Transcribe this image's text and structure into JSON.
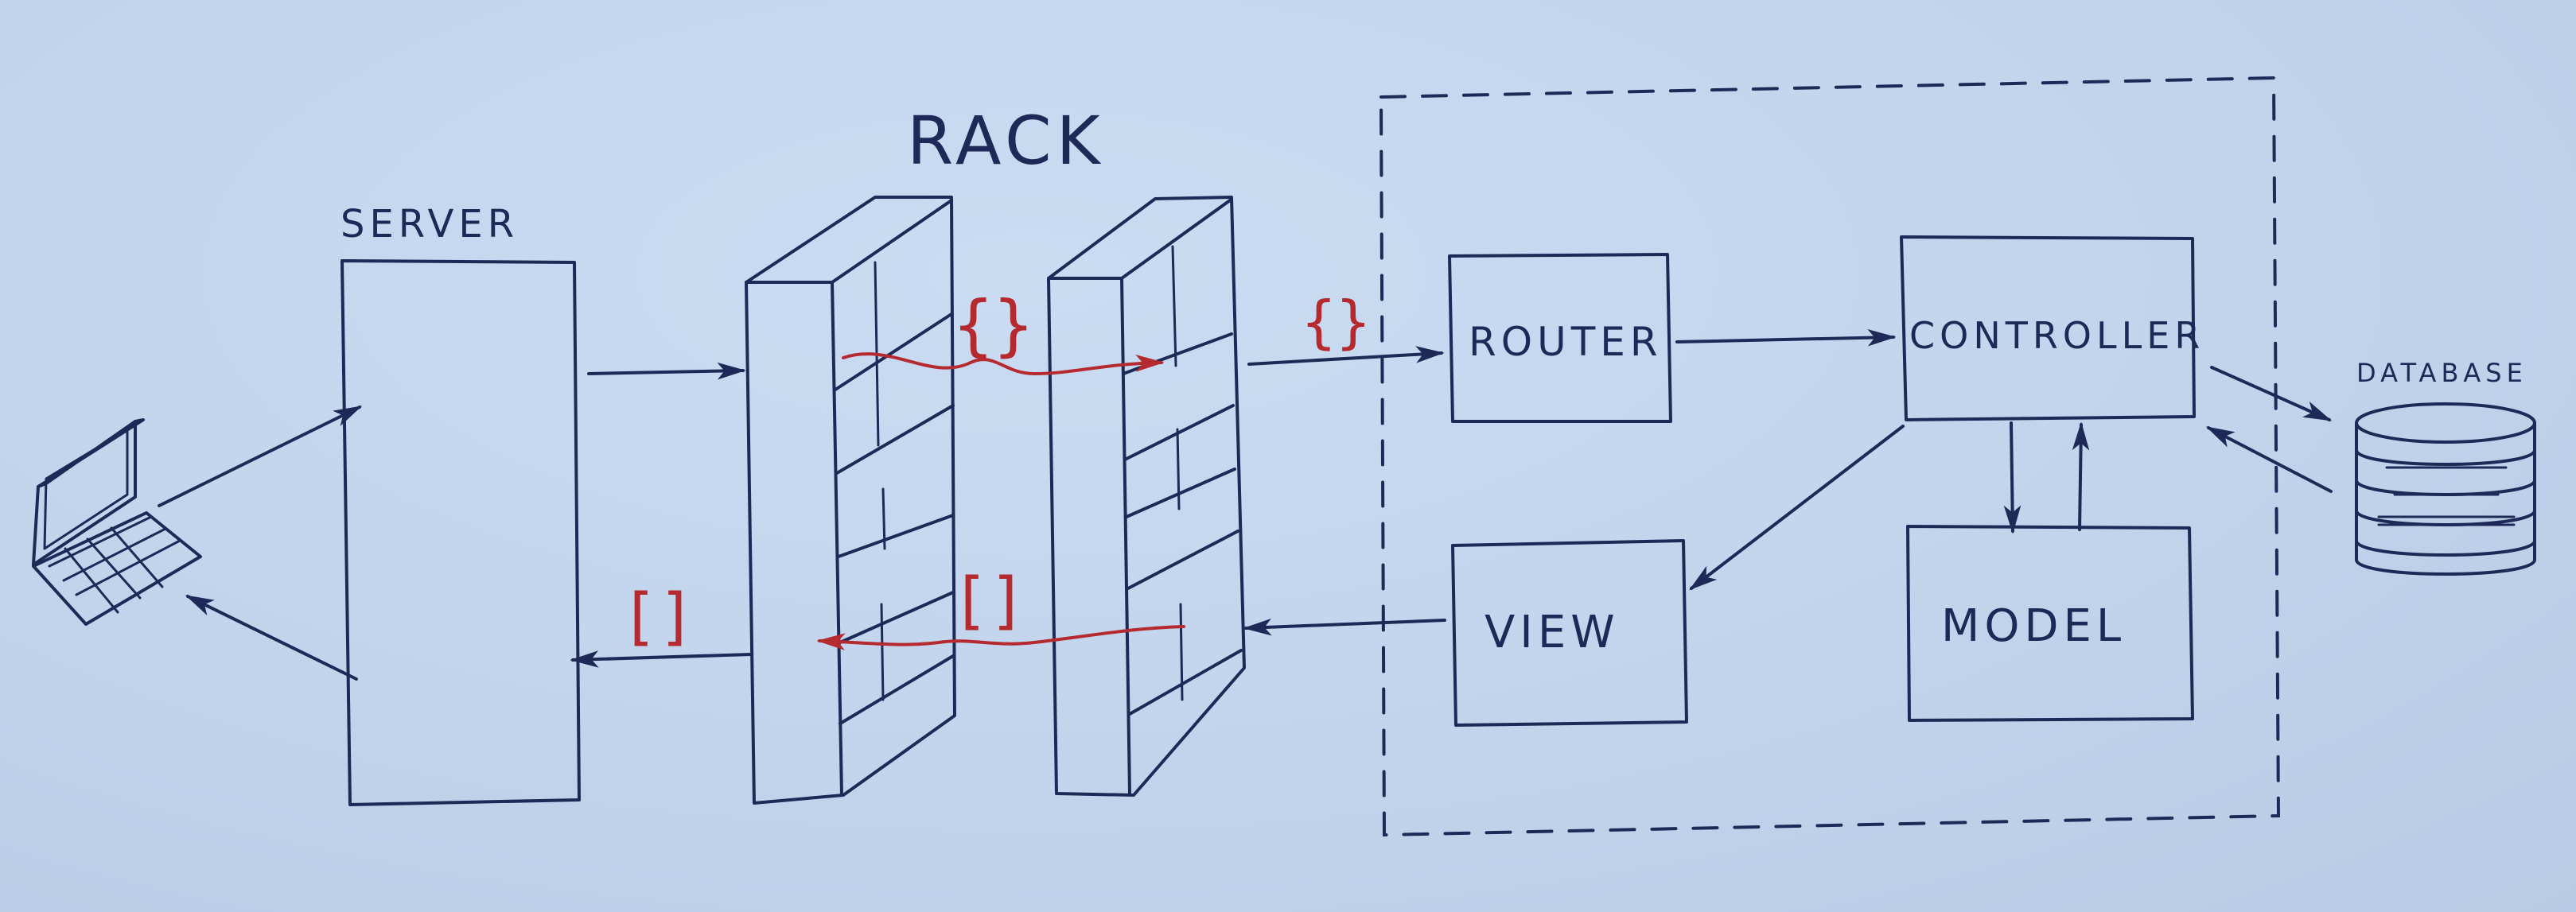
{
  "labels": {
    "rack": "RACK",
    "server": "SERVER",
    "router": "ROUTER",
    "controller": "CONTROLLER",
    "view": "VIEW",
    "model": "MODEL",
    "database": "DATABASE"
  },
  "tokens": {
    "request_hash_top": "{}",
    "request_hash_right": "{}",
    "response_array_left": "[]",
    "response_array_mid": "[]"
  },
  "colors": {
    "paper": "#c3d5ec",
    "ink": "#1d2a57",
    "accent_red": "#b52a2f"
  },
  "icons": {
    "client": "laptop-icon",
    "storage": "database-icon"
  }
}
